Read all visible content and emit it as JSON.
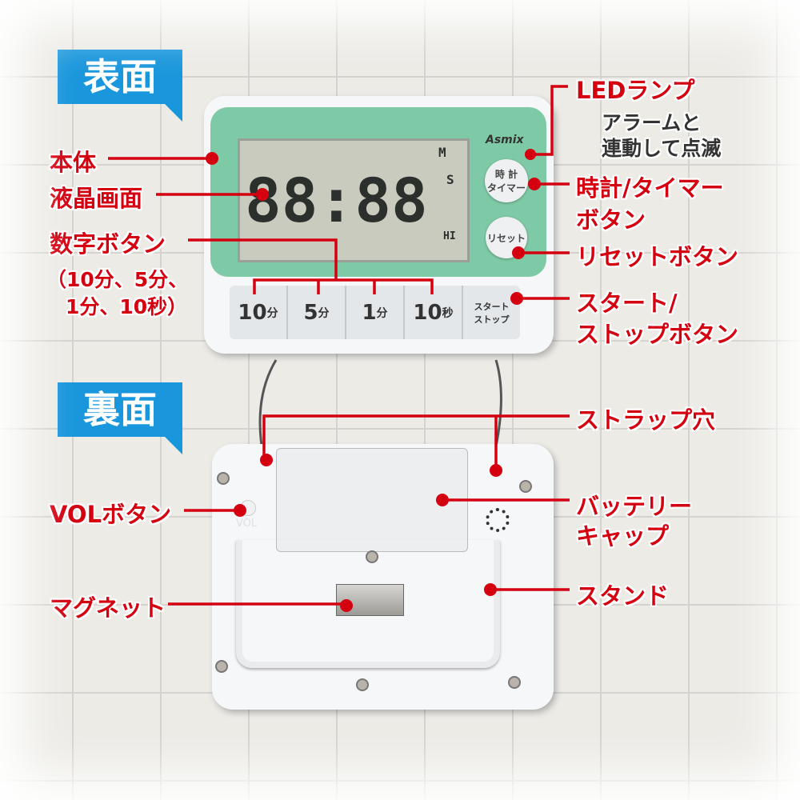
{
  "badges": {
    "front": "表面",
    "back": "裏面"
  },
  "device": {
    "brand": "Asmix",
    "lcd": {
      "digits": "88:88",
      "m": "M",
      "s": "S",
      "hi": "HI"
    },
    "keys": [
      {
        "num": "10",
        "unit": "分"
      },
      {
        "num": "5",
        "unit": "分"
      },
      {
        "num": "1",
        "unit": "分"
      },
      {
        "num": "10",
        "unit": "秒"
      }
    ],
    "start_stop": [
      "スタート",
      "ストップ"
    ],
    "clock_timer": [
      "時 計",
      "タイマー"
    ],
    "reset": "リセット",
    "vol": "VOL"
  },
  "labels": {
    "body": "本体",
    "lcd": "液晶画面",
    "number_buttons": "数字ボタン",
    "number_buttons_note1": "（10分、5分、",
    "number_buttons_note2": "1分、10秒）",
    "led": "LEDランプ",
    "led_note1": "アラームと",
    "led_note2": "連動して点滅",
    "clock_timer1": "時計/タイマー",
    "clock_timer2": "ボタン",
    "reset": "リセットボタン",
    "start_stop1": "スタート/",
    "start_stop2": "ストップボタン",
    "strap": "ストラップ穴",
    "battery1": "バッテリー",
    "battery2": "キャップ",
    "stand": "スタンド",
    "vol": "VOLボタン",
    "magnet": "マグネット"
  },
  "colors": {
    "accent_red": "#d40010",
    "badge_blue": "#1996dc",
    "panel_green": "#7fcaa6"
  }
}
